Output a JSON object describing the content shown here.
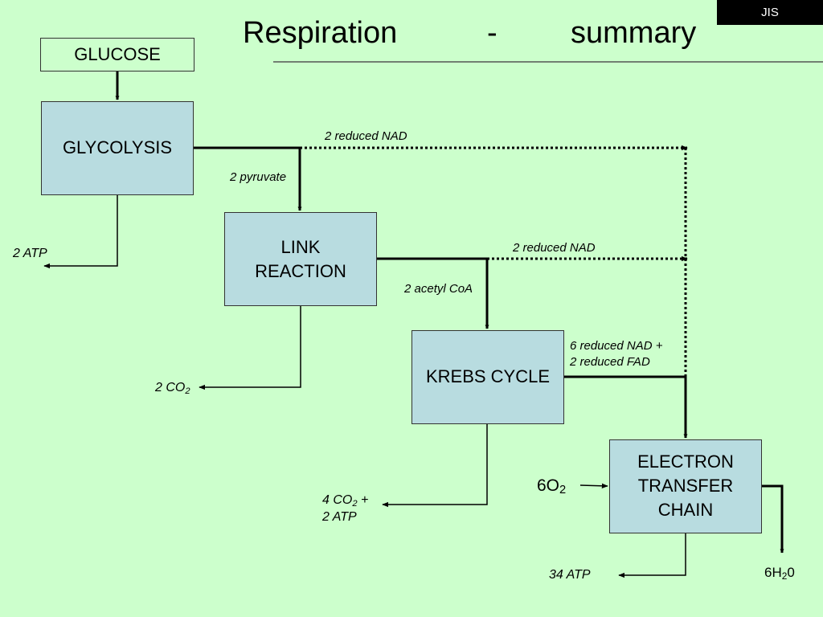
{
  "title": {
    "word1": "Respiration",
    "dash": "-",
    "word2": "summary"
  },
  "badge": "JIS",
  "boxes": {
    "glucose": "GLUCOSE",
    "glycolysis": "GLYCOLYSIS",
    "link_line1": "LINK",
    "link_line2": "REACTION",
    "krebs": "KREBS CYCLE",
    "etc_line1": "ELECTRON",
    "etc_line2": "TRANSFER",
    "etc_line3": "CHAIN"
  },
  "labels": {
    "glycolysis_nad": "2 reduced NAD",
    "pyruvate": "2 pyruvate",
    "glycolysis_atp": "2 ATP",
    "link_nad": "2 reduced NAD",
    "acetyl_coa": "2 acetyl CoA",
    "link_co2_text": "2 CO",
    "link_co2_sub": "2",
    "krebs_carriers_line1": "6 reduced NAD +",
    "krebs_carriers_line2": "2 reduced FAD",
    "krebs_co2_text": "4 CO",
    "krebs_co2_sub": "2",
    "krebs_co2_plus": " +",
    "krebs_atp": "2 ATP",
    "oxygen_text": "6O",
    "oxygen_sub": "2",
    "etc_atp": "34 ATP",
    "water_text": "6H",
    "water_sub": "2",
    "water_end": "0"
  }
}
